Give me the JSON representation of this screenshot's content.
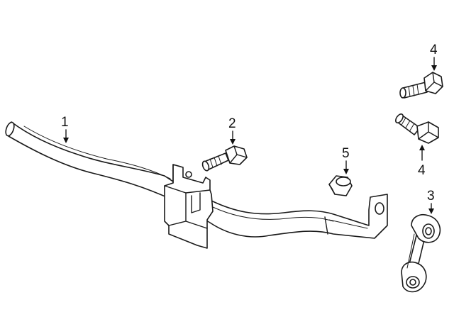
{
  "diagram": {
    "callouts": {
      "c1": "1",
      "c2": "2",
      "c3": "3",
      "c4a": "4",
      "c4b": "4",
      "c5": "5"
    },
    "parts": [
      {
        "id": "stabilizer-bar",
        "callout": "1"
      },
      {
        "id": "bracket-bolt",
        "callout": "2"
      },
      {
        "id": "stabilizer-link",
        "callout": "3"
      },
      {
        "id": "link-bolt",
        "callout": "4"
      },
      {
        "id": "nut",
        "callout": "5"
      }
    ]
  }
}
